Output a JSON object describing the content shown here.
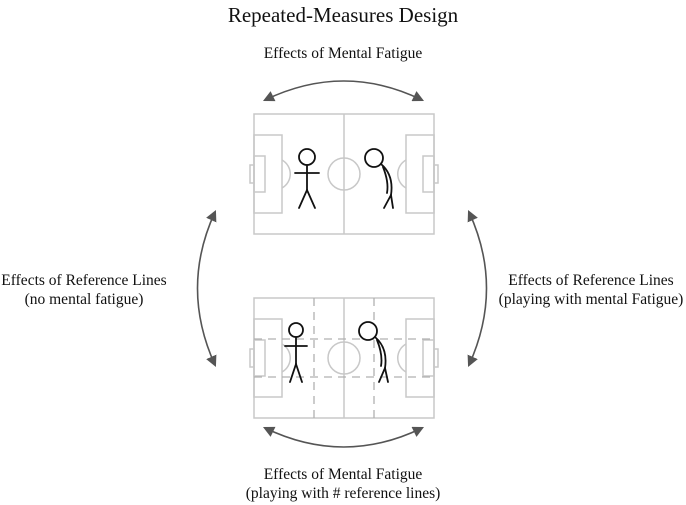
{
  "title": "Repeated-Measures Design",
  "labels": {
    "top": "Effects of Mental Fatigue",
    "left_line1": "Effects of Reference Lines",
    "left_line2": "(no mental fatigue)",
    "right_line1": "Effects of Reference Lines",
    "right_line2": "(playing with mental Fatigue)",
    "bottom_line1": "Effects of Mental Fatigue",
    "bottom_line2": "(playing with # reference lines)"
  },
  "colors": {
    "pitch_line": "#c8c8c8",
    "reference_line": "#b0b0b0",
    "arrow": "#555555",
    "figure": "#111111",
    "text": "#111111"
  },
  "pitches": [
    {
      "name": "top-pitch",
      "reference_lines": false,
      "figures": [
        "upright-player",
        "fatigued-player"
      ]
    },
    {
      "name": "bottom-pitch",
      "reference_lines": true,
      "figures": [
        "upright-player",
        "fatigued-player"
      ]
    }
  ]
}
